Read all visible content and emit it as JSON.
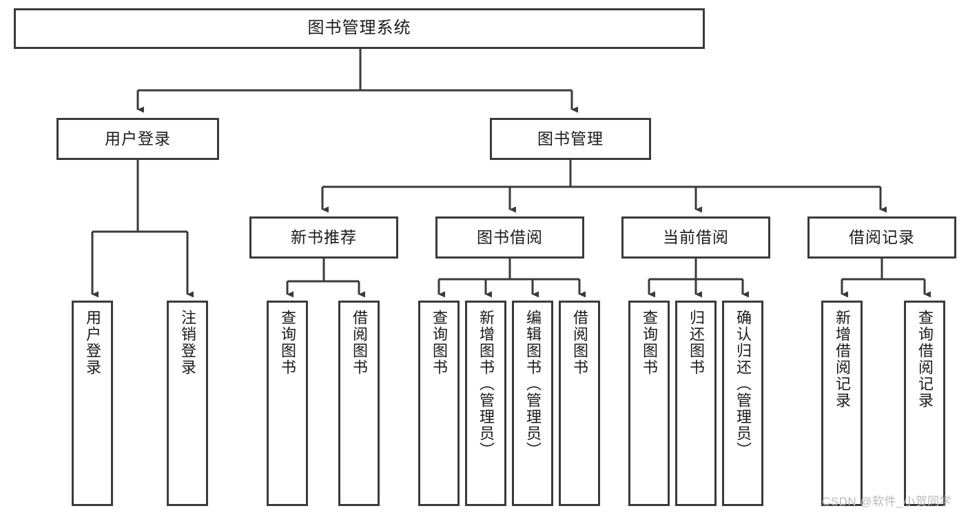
{
  "diagram": {
    "title": "图书管理系统",
    "type": "hierarchy-tree",
    "background_color": "#ffffff",
    "line_color": "#3a3a3a",
    "text_color": "#1a1a1a",
    "root": {
      "label": "图书管理系统"
    },
    "level2": [
      {
        "label": "用户登录"
      },
      {
        "label": "图书管理"
      }
    ],
    "level3": [
      {
        "label": "新书推荐"
      },
      {
        "label": "图书借阅"
      },
      {
        "label": "当前借阅"
      },
      {
        "label": "借阅记录"
      }
    ],
    "leaves": {
      "user_login": [
        {
          "label": "用户登录"
        },
        {
          "label": "注销登录"
        }
      ],
      "new_book_recommend": [
        {
          "label": "查询图书"
        },
        {
          "label": "借阅图书"
        }
      ],
      "book_borrow": [
        {
          "label": "查询图书"
        },
        {
          "label": "新增图书（管理员）"
        },
        {
          "label": "编辑图书（管理员）"
        },
        {
          "label": "借阅图书"
        }
      ],
      "current_borrow": [
        {
          "label": "查询图书"
        },
        {
          "label": "归还图书"
        },
        {
          "label": "确认归还（管理员）"
        }
      ],
      "borrow_record": [
        {
          "label": "新增借阅记录"
        },
        {
          "label": "查询借阅记录"
        }
      ]
    }
  },
  "watermark": {
    "text": "CSDN @软件_小贺同学"
  }
}
